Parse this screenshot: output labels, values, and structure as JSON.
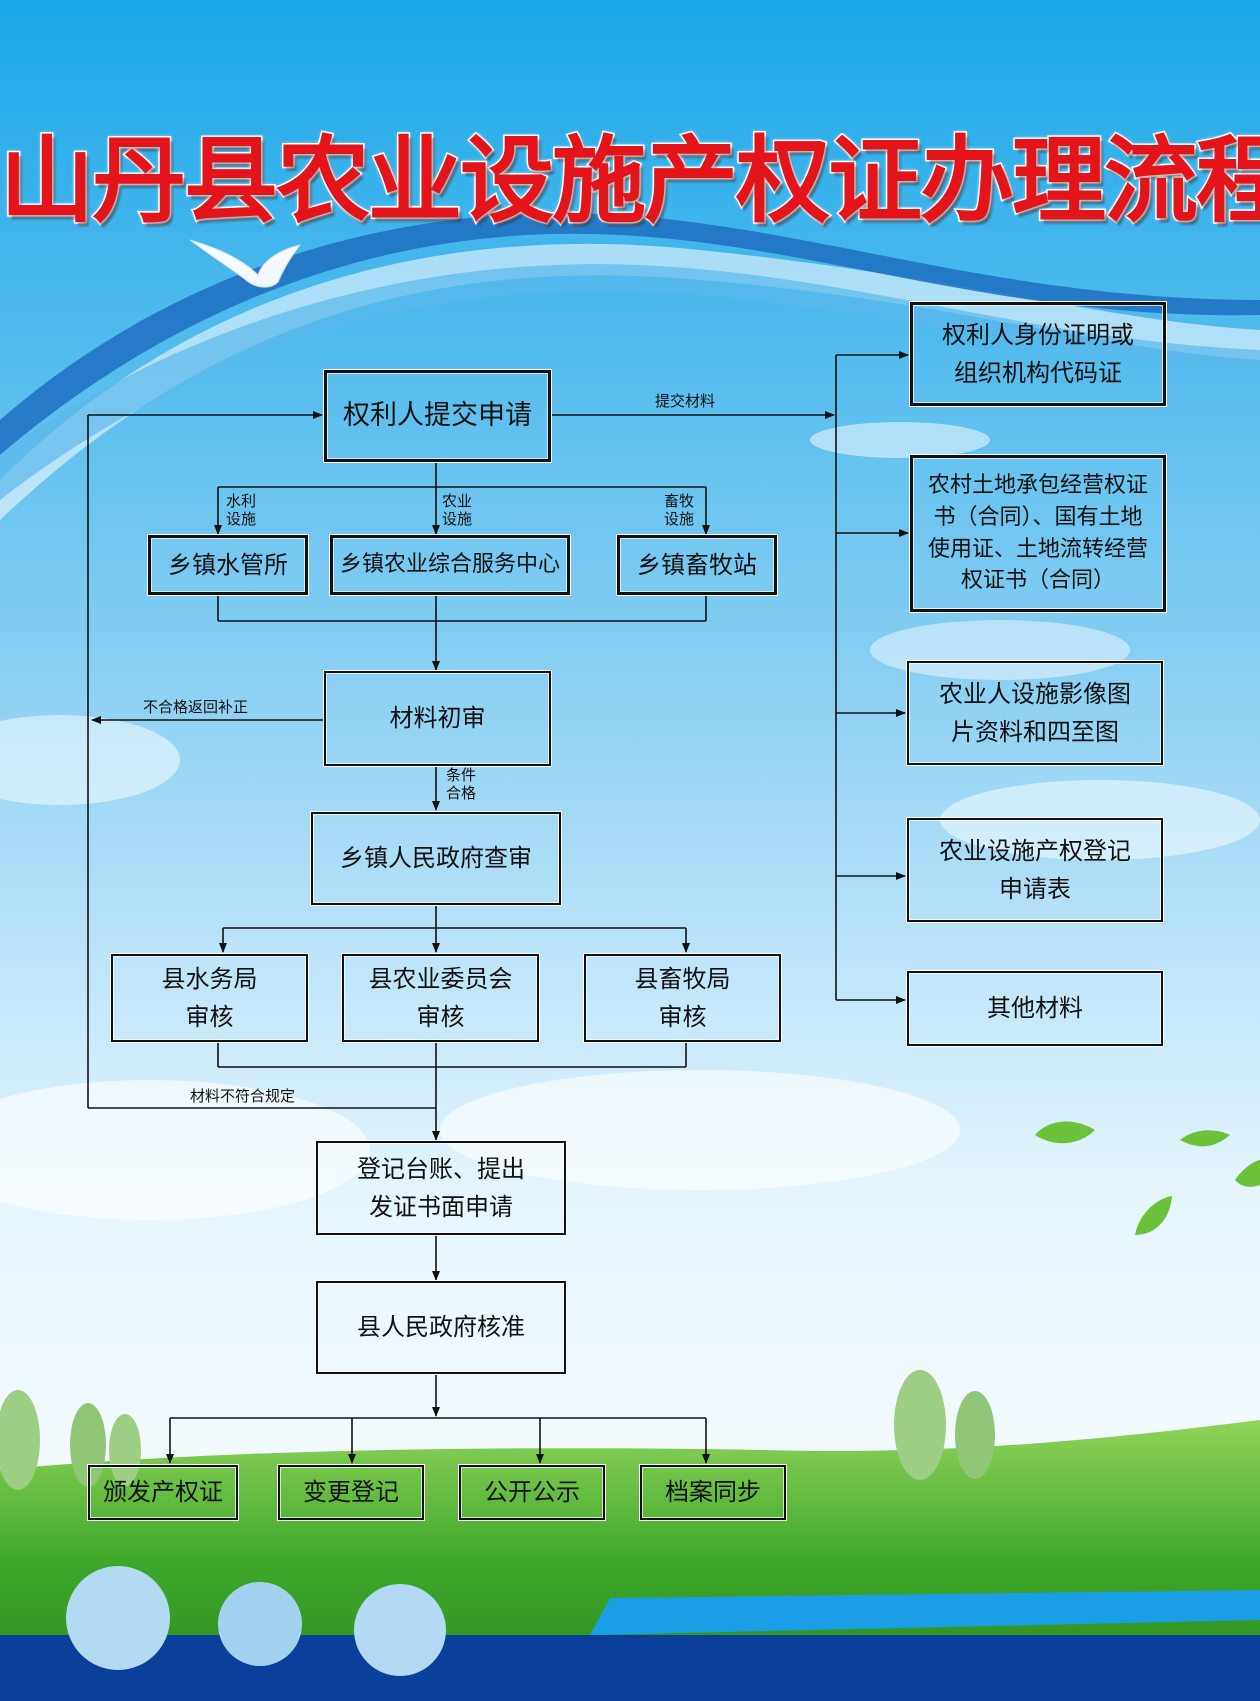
{
  "title": "山丹县农业设施产权证办理流程",
  "flow": {
    "submit": "权利人提交申请",
    "water_station": "乡镇水管所",
    "agri_center": "乡镇农业综合服务中心",
    "livestock_station": "乡镇畜牧站",
    "prelim_review": "材料初审",
    "town_review": "乡镇人民政府查审",
    "county_water": [
      "县水务局",
      "审核"
    ],
    "county_agri": [
      "县农业委员会",
      "审核"
    ],
    "county_livestock": [
      "县畜牧局",
      "审核"
    ],
    "register": [
      "登记台账、提出",
      "发证书面申请"
    ],
    "county_approval": "县人民政府核准",
    "outputs": [
      "颁发产权证",
      "变更登记",
      "公开公示",
      "档案同步"
    ]
  },
  "edge_labels": {
    "submit_materials": "提交材料",
    "water_facility": [
      "水利",
      "设施"
    ],
    "agri_facility": [
      "农业",
      "设施"
    ],
    "livestock_facility": [
      "畜牧",
      "设施"
    ],
    "reject_return": "不合格返回补正",
    "qualified": [
      "条件",
      "合格"
    ],
    "nonconforming": "材料不符合规定"
  },
  "materials": [
    [
      "权利人身份证明或",
      "组织机构代码证"
    ],
    [
      "农村土地承包经营权证",
      "书（合同）、国有土地",
      "使用证、土地流转经营",
      "权证书（合同）"
    ],
    [
      "农业人设施影像图",
      "片资料和四至图"
    ],
    [
      "农业设施产权登记",
      "申请表"
    ],
    [
      "其他材料"
    ]
  ],
  "colors": {
    "title": "#e4141b",
    "sky": "#4fb3ea",
    "grass": "#3fa82b",
    "band": "#0a3f9a"
  }
}
